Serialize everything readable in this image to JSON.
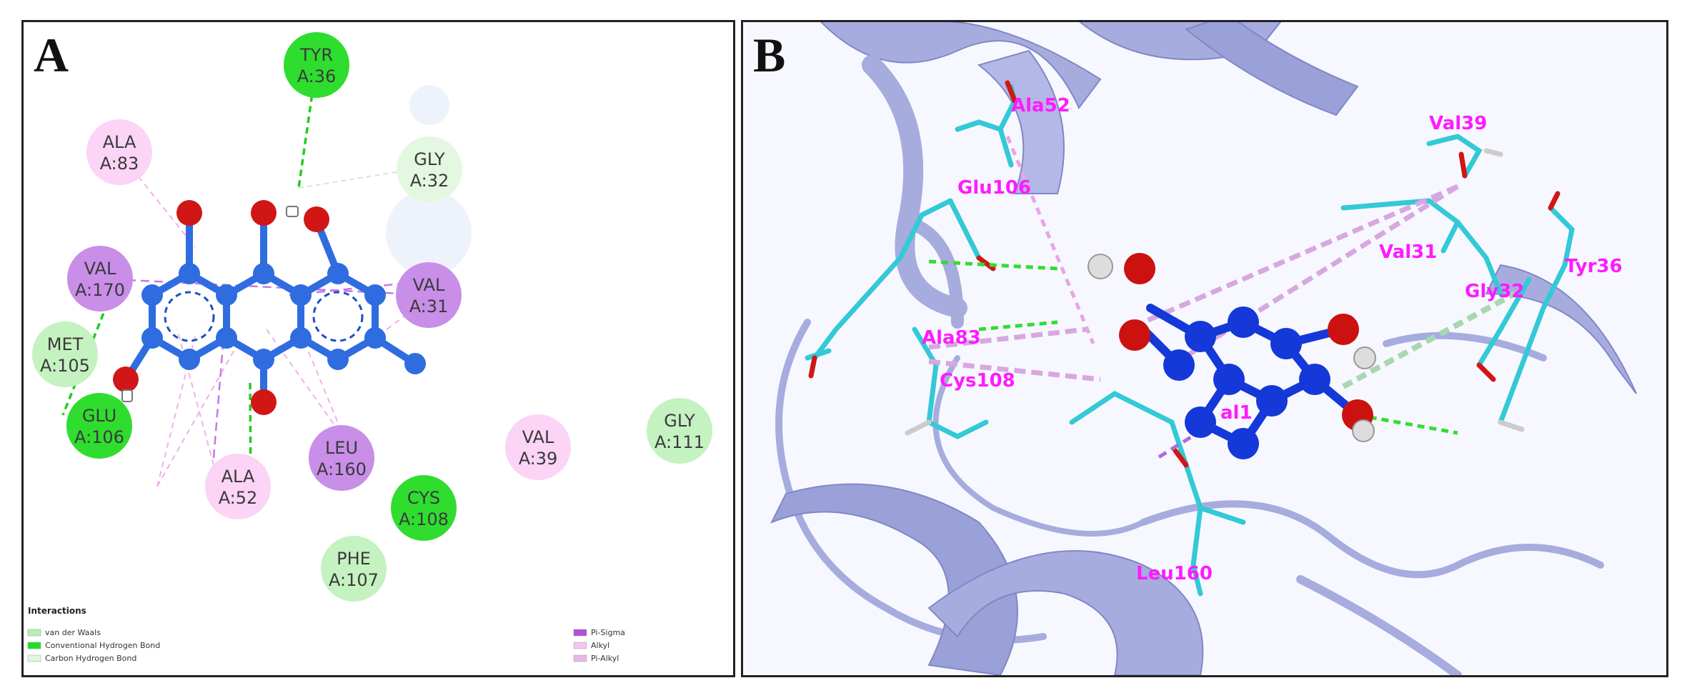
{
  "panel_a": {
    "letter": "A",
    "residues": [
      {
        "key": "tyr36",
        "name": "TYR",
        "id": "A:36",
        "type": "hbond"
      },
      {
        "key": "ala83",
        "name": "ALA",
        "id": "A:83",
        "type": "alkyl"
      },
      {
        "key": "gly32",
        "name": "GLY",
        "id": "A:32",
        "type": "carbon_hbond"
      },
      {
        "key": "val170",
        "name": "VAL",
        "id": "A:170",
        "type": "pi_sigma"
      },
      {
        "key": "val31",
        "name": "VAL",
        "id": "A:31",
        "type": "pi_sigma"
      },
      {
        "key": "met105",
        "name": "MET",
        "id": "A:105",
        "type": "vdw"
      },
      {
        "key": "glu106",
        "name": "GLU",
        "id": "A:106",
        "type": "hbond"
      },
      {
        "key": "gly111",
        "name": "GLY",
        "id": "A:111",
        "type": "vdw"
      },
      {
        "key": "leu160",
        "name": "LEU",
        "id": "A:160",
        "type": "pi_sigma"
      },
      {
        "key": "val39",
        "name": "VAL",
        "id": "A:39",
        "type": "alkyl"
      },
      {
        "key": "ala52",
        "name": "ALA",
        "id": "A:52",
        "type": "alkyl"
      },
      {
        "key": "cys108",
        "name": "CYS",
        "id": "A:108",
        "type": "hbond"
      },
      {
        "key": "phe107",
        "name": "PHE",
        "id": "A:107",
        "type": "vdw"
      }
    ],
    "legend": {
      "title": "Interactions",
      "items": [
        {
          "label": "van der Waals",
          "color": "#b7f0b3"
        },
        {
          "label": "Conventional Hydrogen Bond",
          "color": "#22dd22"
        },
        {
          "label": "Carbon Hydrogen Bond",
          "color": "#dff7dc"
        },
        {
          "label": "Pi-Sigma",
          "color": "#b04fd8"
        },
        {
          "label": "Alkyl",
          "color": "#f3c6f0"
        },
        {
          "label": "Pi-Alkyl",
          "color": "#e9b7e9"
        }
      ]
    },
    "colors": {
      "vdw": "#c4f2c0",
      "hbond": "#2fdd2f",
      "carbon_hbond": "#e4f8e1",
      "pi_sigma": "#c98ee8",
      "alkyl": "#fbd4f6",
      "atom_carbon": "#2f6ce0",
      "atom_oxygen": "#d11616"
    }
  },
  "panel_b": {
    "letter": "B",
    "labels": [
      {
        "key": "ala52",
        "text": "Ala52"
      },
      {
        "key": "val39",
        "text": "Val39"
      },
      {
        "key": "glu106",
        "text": "Glu106"
      },
      {
        "key": "val31",
        "text": "Val31"
      },
      {
        "key": "tyr36",
        "text": "Tyr36"
      },
      {
        "key": "gly32",
        "text": "Gly32"
      },
      {
        "key": "ala83",
        "text": "Ala83"
      },
      {
        "key": "cys108",
        "text": "Cys108"
      },
      {
        "key": "partial",
        "text": "al1"
      },
      {
        "key": "leu160",
        "text": "Leu160"
      }
    ],
    "colors": {
      "ribbon": "#a7acde",
      "ribbon_dark": "#8187c6",
      "stick": "#33c9d6",
      "ligand": "#1538d8",
      "label": "#ff1aff"
    }
  }
}
